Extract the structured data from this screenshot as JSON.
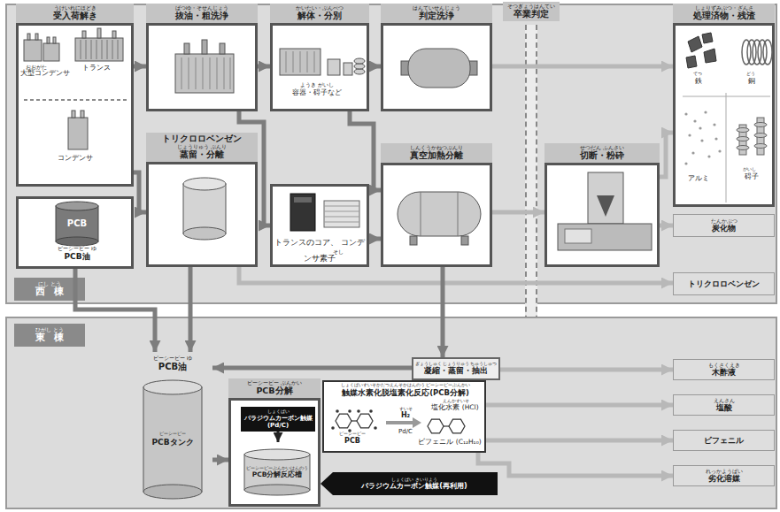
{
  "diagram": {
    "nodes": [
      {
        "text": [
          "にし とう",
          "西棟"
        ]
      },
      {
        "text": [
          "うけいれにほどき",
          "受入荷解き",
          "おおがた",
          "大型コンデンサ",
          "トランス",
          "コンデンサ"
        ],
        "in": 0
      },
      {
        "text": [
          "PCB",
          "ピーシービー ゆ",
          "PCB油"
        ],
        "in": 0
      },
      {
        "text": [
          "ばつゆ・そせんじょう",
          "抜油・粗洗浄"
        ],
        "in": 0
      },
      {
        "text": [
          "かいたい・ぶんべつ",
          "解体・分別",
          "ようき がいし",
          "容器・碍子など"
        ],
        "in": 0
      },
      {
        "text": [
          "はんていせんじょう",
          "判定洗浄"
        ],
        "in": 0
      },
      {
        "text": [
          "トリクロロベンゼン",
          "じょうりゅう ぶんり",
          "蒸留・分離"
        ],
        "in": 0
      },
      {
        "text": [
          "トランスのコア、 コンデンサ素子",
          "そし"
        ],
        "in": 0
      },
      {
        "text": [
          "しんくうかねつぶんり",
          "真空加熱分離"
        ],
        "in": 0
      },
      {
        "text": [
          "そつぎょうはんてい",
          "卒業判定"
        ]
      },
      {
        "text": [
          "せつだん ふんさい",
          "切断・粉砕"
        ],
        "in": 0
      },
      {
        "text": [
          "しょりずみぶつ・ざんさ",
          "処理済物・残渣",
          "てつ",
          "鉄",
          "どう",
          "銅",
          "アルミ",
          "がいし",
          "碍子"
        ],
        "in": 0
      },
      {
        "text": [
          "たんかぶつ",
          "炭化物"
        ],
        "in": 0
      },
      {
        "text": [
          "トリクロロベンゼン"
        ],
        "in": 0
      },
      {
        "text": [
          "ひがし とう",
          "東棟"
        ]
      },
      {
        "text": [
          "ピーシービー ゆ",
          "PCB油",
          "ピーシービー",
          "PCBタンク"
        ],
        "in": 14
      },
      {
        "text": [
          "ピーシービー ぶんかい",
          "PCB分解"
        ],
        "in": 14
      },
      {
        "text": [
          "しょくばい",
          "パラジウムカーボン触媒 (Pd/C)"
        ],
        "in": 16
      },
      {
        "text": [
          "ピーシービーぶんかいはんのうそう",
          "PCB分解反応槽"
        ],
        "in": 16
      },
      {
        "text": [
          "しょくばいすいそかだつえんそかはんのう ピーシービーぶんかい",
          "触媒水素化脱塩素化反応(PCB分解)",
          "ピーシービー",
          "PCB",
          "すいそ",
          "H₂",
          "Pd/C",
          "えんかすいそ",
          "塩化水素 (HCl)",
          "ビフェニル (C₁₂H₁₀)"
        ],
        "in": 14
      },
      {
        "text": [
          "ぎょうしゅく じょうりゅう ちゅうしゅつ",
          "凝縮・蒸留・抽出"
        ],
        "in": 14
      },
      {
        "text": [
          "しょくばい さいりよう",
          "パラジウムカーボン触媒(再利用)"
        ],
        "in": 14
      },
      {
        "text": [
          "もくさくえき",
          "木酢液"
        ],
        "in": 14
      },
      {
        "text": [
          "えんさん",
          "塩酸"
        ],
        "in": 14
      },
      {
        "text": [
          "ビフェニル"
        ],
        "in": 14
      },
      {
        "text": [
          "れっかようばい",
          "劣化溶媒"
        ],
        "in": 14
      }
    ],
    "edges": [
      {
        "from": 1,
        "to": 3,
        "arrow": "to"
      },
      {
        "from": 3,
        "to": 4,
        "arrow": "to"
      },
      {
        "from": 4,
        "to": 5,
        "arrow": "to"
      },
      {
        "from": 5,
        "to": 11,
        "arrow": "to"
      },
      {
        "from": 1,
        "to": 6,
        "arrow": "to"
      },
      {
        "from": 3,
        "to": 7,
        "arrow": "to"
      },
      {
        "from": 4,
        "to": 8,
        "arrow": "to"
      },
      {
        "from": 7,
        "to": 8,
        "arrow": "to"
      },
      {
        "from": 8,
        "to": 10,
        "arrow": "to"
      },
      {
        "from": 10,
        "to": 11,
        "arrow": "to"
      },
      {
        "from": 10,
        "to": 12,
        "arrow": "to"
      },
      {
        "from": 6,
        "to": 13,
        "arrow": "to"
      },
      {
        "from": 2,
        "to": 15,
        "arrow": "to"
      },
      {
        "from": 6,
        "to": 15,
        "arrow": "to"
      },
      {
        "from": 8,
        "to": 20,
        "arrow": "to"
      },
      {
        "from": 20,
        "to": 15,
        "arrow": "to"
      },
      {
        "from": 20,
        "to": 22,
        "arrow": "to"
      },
      {
        "from": 15,
        "to": 16,
        "arrow": "to"
      },
      {
        "from": 19,
        "to": 23,
        "arrow": "to"
      },
      {
        "from": 19,
        "to": 24,
        "arrow": "to"
      },
      {
        "from": 19,
        "to": 25,
        "arrow": "to"
      },
      {
        "from": 17,
        "to": 18,
        "arrow": "to"
      }
    ]
  }
}
